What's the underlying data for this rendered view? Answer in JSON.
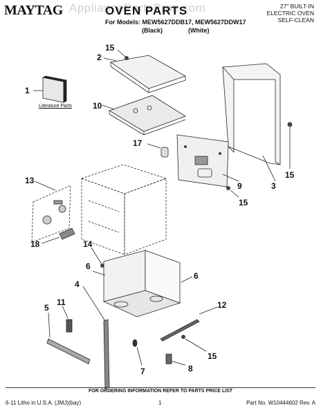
{
  "header": {
    "brand": "MAYTAG",
    "title": "OVEN PARTS",
    "models_line": "For Models: MEW5627DDB17, MEW5627DDW17",
    "variant_black": "(Black)",
    "variant_white": "(White)",
    "oven_desc": [
      "27\" BUILT-IN",
      "ELECTRIC OVEN",
      "SELF-CLEAN"
    ],
    "watermark": "AppliancePartsPros.com"
  },
  "diagram": {
    "literature_label": "Literature Parts",
    "callouts": {
      "c1": "1",
      "c2": "2",
      "c3": "3",
      "c4": "4",
      "c5": "5",
      "c6a": "6",
      "c6b": "6",
      "c7": "7",
      "c8": "8",
      "c9": "9",
      "c10": "10",
      "c11": "11",
      "c12": "12",
      "c13": "13",
      "c14": "14",
      "c15a": "15",
      "c15b": "15",
      "c15c": "15",
      "c15d": "15",
      "c17": "17",
      "c18": "18"
    }
  },
  "footer": {
    "order_info": "FOR ORDERING INFORMATION REFER TO PARTS PRICE LIST",
    "litho": "6-11 Litho in U.S.A. (JMJ)(bay)",
    "page": "1",
    "part_no": "Part No. W10444602 Rev. A"
  }
}
